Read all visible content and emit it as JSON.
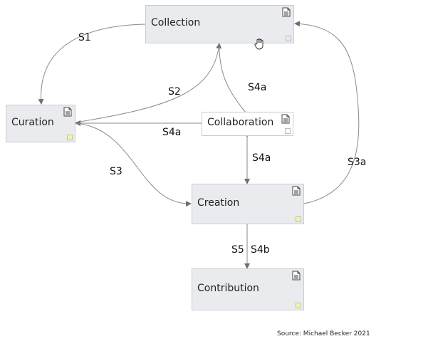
{
  "nodes": {
    "collection": "Collection",
    "curation": "Curation",
    "collaboration": "Collaboration",
    "creation": "Creation",
    "contribution": "Contribution"
  },
  "edges": {
    "s1": "S1",
    "s2": "S2",
    "s4a_top": "S4a",
    "s4a_left": "S4a",
    "s4a_vertical": "S4a",
    "s3": "S3",
    "s3a": "S3a",
    "s5": "S5",
    "s4b": "S4b"
  },
  "source": "Source: Michael Becker 2021",
  "icons": {
    "node_corner": "document-icon",
    "node_footer": "note-icon",
    "cursor": "hand-cursor-icon"
  },
  "colors": {
    "node_fill": "#e9ebee",
    "node_border": "#c9ccd1",
    "edge": "#777777"
  }
}
